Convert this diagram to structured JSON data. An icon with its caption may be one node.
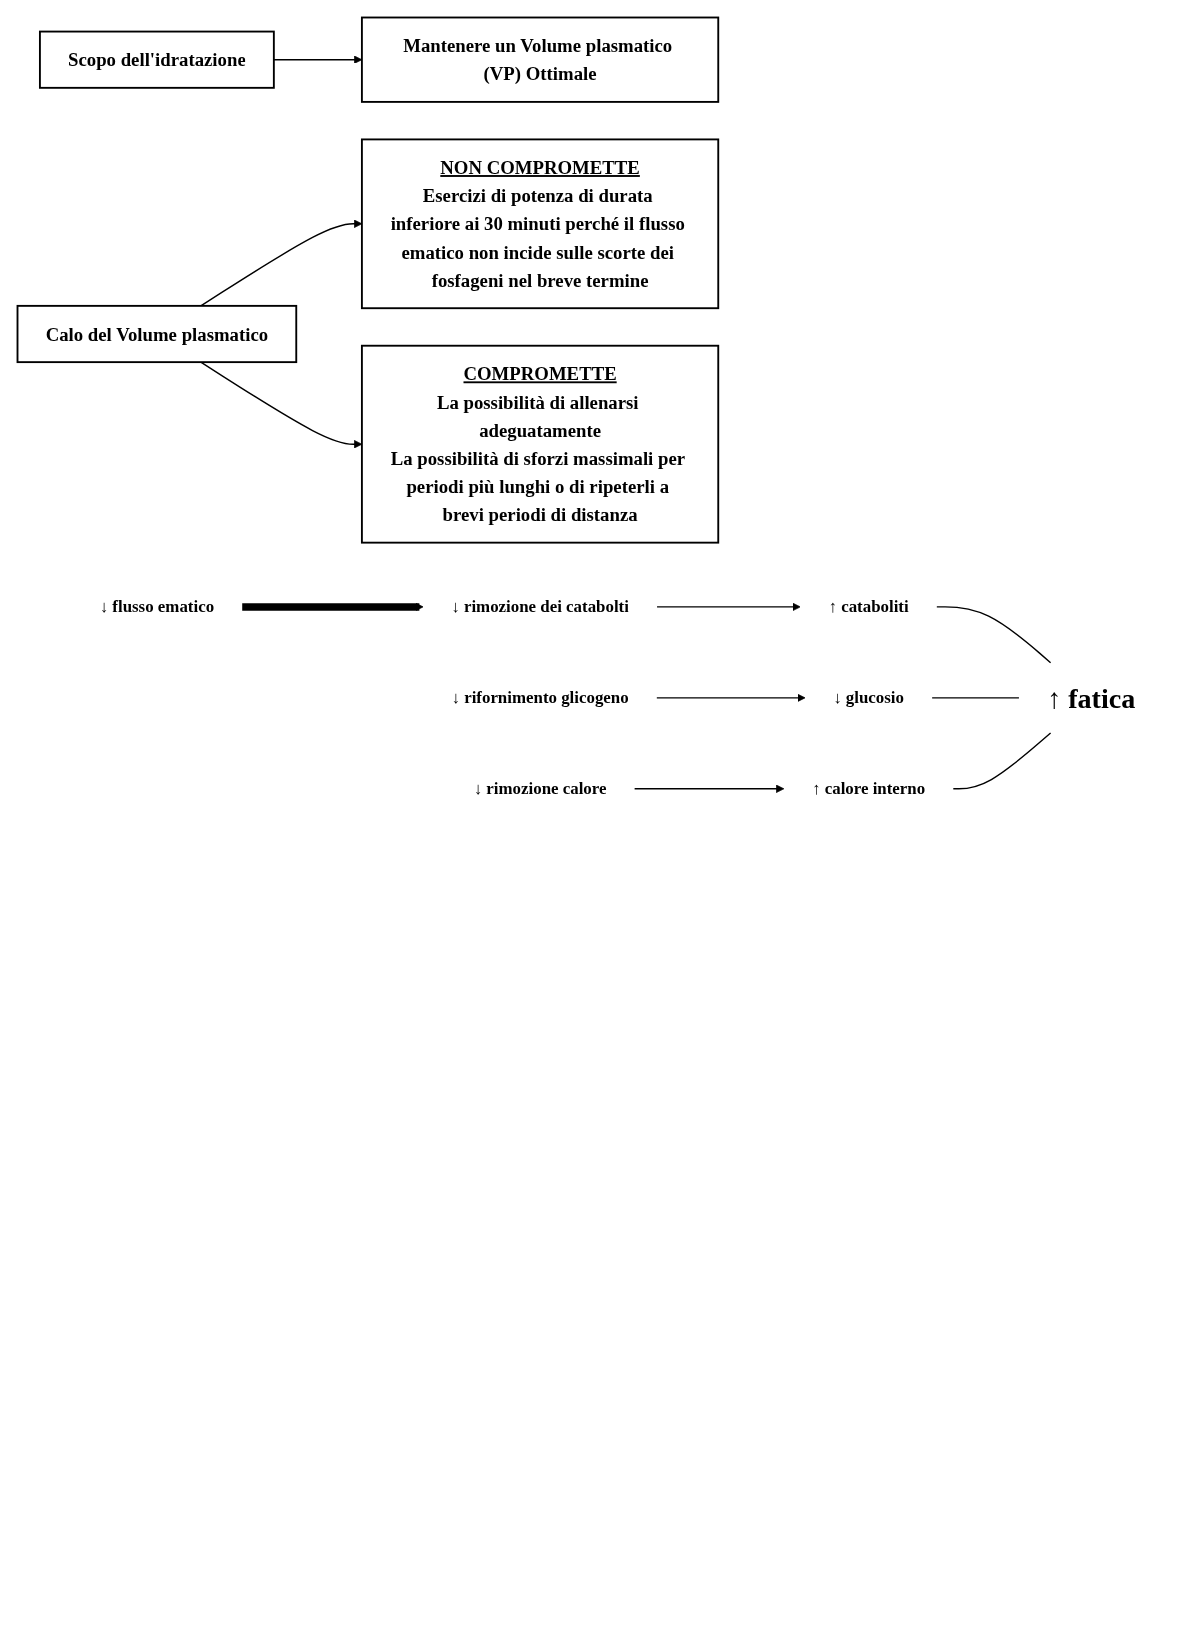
{
  "diagram": {
    "nodes": [
      {
        "text": [
          "Scopo dell'idratazione"
        ]
      },
      {
        "text": [
          "Mantenere un Volume plasmatico (VP) Ottimale"
        ]
      },
      {
        "text": [
          "Calo del Volume plasmatico"
        ]
      },
      {
        "text": [
          "NON COMPROMETTE",
          "Esercizi di potenza di durata inferiore ai 30 minuti perché il flusso ematico non incide sulle scorte dei fosfageni nel breve termine"
        ]
      },
      {
        "text": [
          "COMPROMETTE",
          "La possibilità di allenarsi adeguatamente",
          "La possibilità di sforzi massimali per periodi più lunghi o di ripeterli a brevi periodi di distanza"
        ]
      },
      {
        "text": [
          "↓ flusso ematico"
        ]
      },
      {
        "text": [
          "↓ rimozione dei catabolti"
        ]
      },
      {
        "text": [
          "↓ rifornimento glicogeno"
        ]
      },
      {
        "text": [
          "↓ rimozione calore"
        ]
      },
      {
        "text": [
          "↑ cataboliti"
        ]
      },
      {
        "text": [
          "↓ glucosio"
        ]
      },
      {
        "text": [
          "↑ calore interno"
        ]
      },
      {
        "text": [
          "↑ fatica"
        ]
      }
    ],
    "edges": [
      {
        "from": 0,
        "to": 1,
        "arrow": "to"
      },
      {
        "from": 2,
        "to": 3,
        "arrow": "to"
      },
      {
        "from": 2,
        "to": 4,
        "arrow": "to"
      },
      {
        "from": 5,
        "to": 6,
        "arrow": "to",
        "style": "thick"
      },
      {
        "from": 6,
        "to": 9,
        "arrow": "to"
      },
      {
        "from": 7,
        "to": 10,
        "arrow": "to"
      },
      {
        "from": 8,
        "to": 11,
        "arrow": "to"
      },
      {
        "from": 9,
        "to": 12,
        "arrow": "none"
      },
      {
        "from": 10,
        "to": 12,
        "arrow": "none"
      },
      {
        "from": 11,
        "to": 12,
        "arrow": "none"
      }
    ]
  }
}
